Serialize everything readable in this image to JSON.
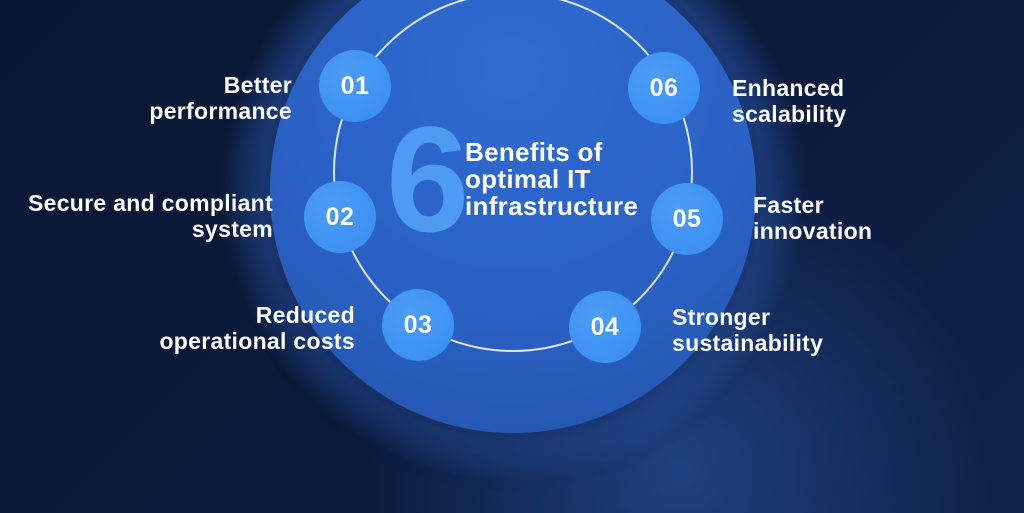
{
  "center": {
    "number": "6",
    "title": "Benefits of\noptimal IT\ninfrastructure"
  },
  "items": [
    {
      "num": "01",
      "label": "Better\nperformance"
    },
    {
      "num": "02",
      "label": "Secure and compliant\nsystem"
    },
    {
      "num": "03",
      "label": "Reduced\noperational costs"
    },
    {
      "num": "04",
      "label": "Stronger\nsustainability"
    },
    {
      "num": "05",
      "label": "Faster\ninnovation"
    },
    {
      "num": "06",
      "label": "Enhanced\nscalability"
    }
  ],
  "colors": {
    "background_navy": "#0a1734",
    "glow_blue": "#2f5fb9",
    "inner_disc_blue": "#2a61c5",
    "node_blue": "#3f93f3",
    "center_number_blue": "#4f9af3",
    "ring_white": "#ecf2fa",
    "text_white": "#ffffff"
  }
}
